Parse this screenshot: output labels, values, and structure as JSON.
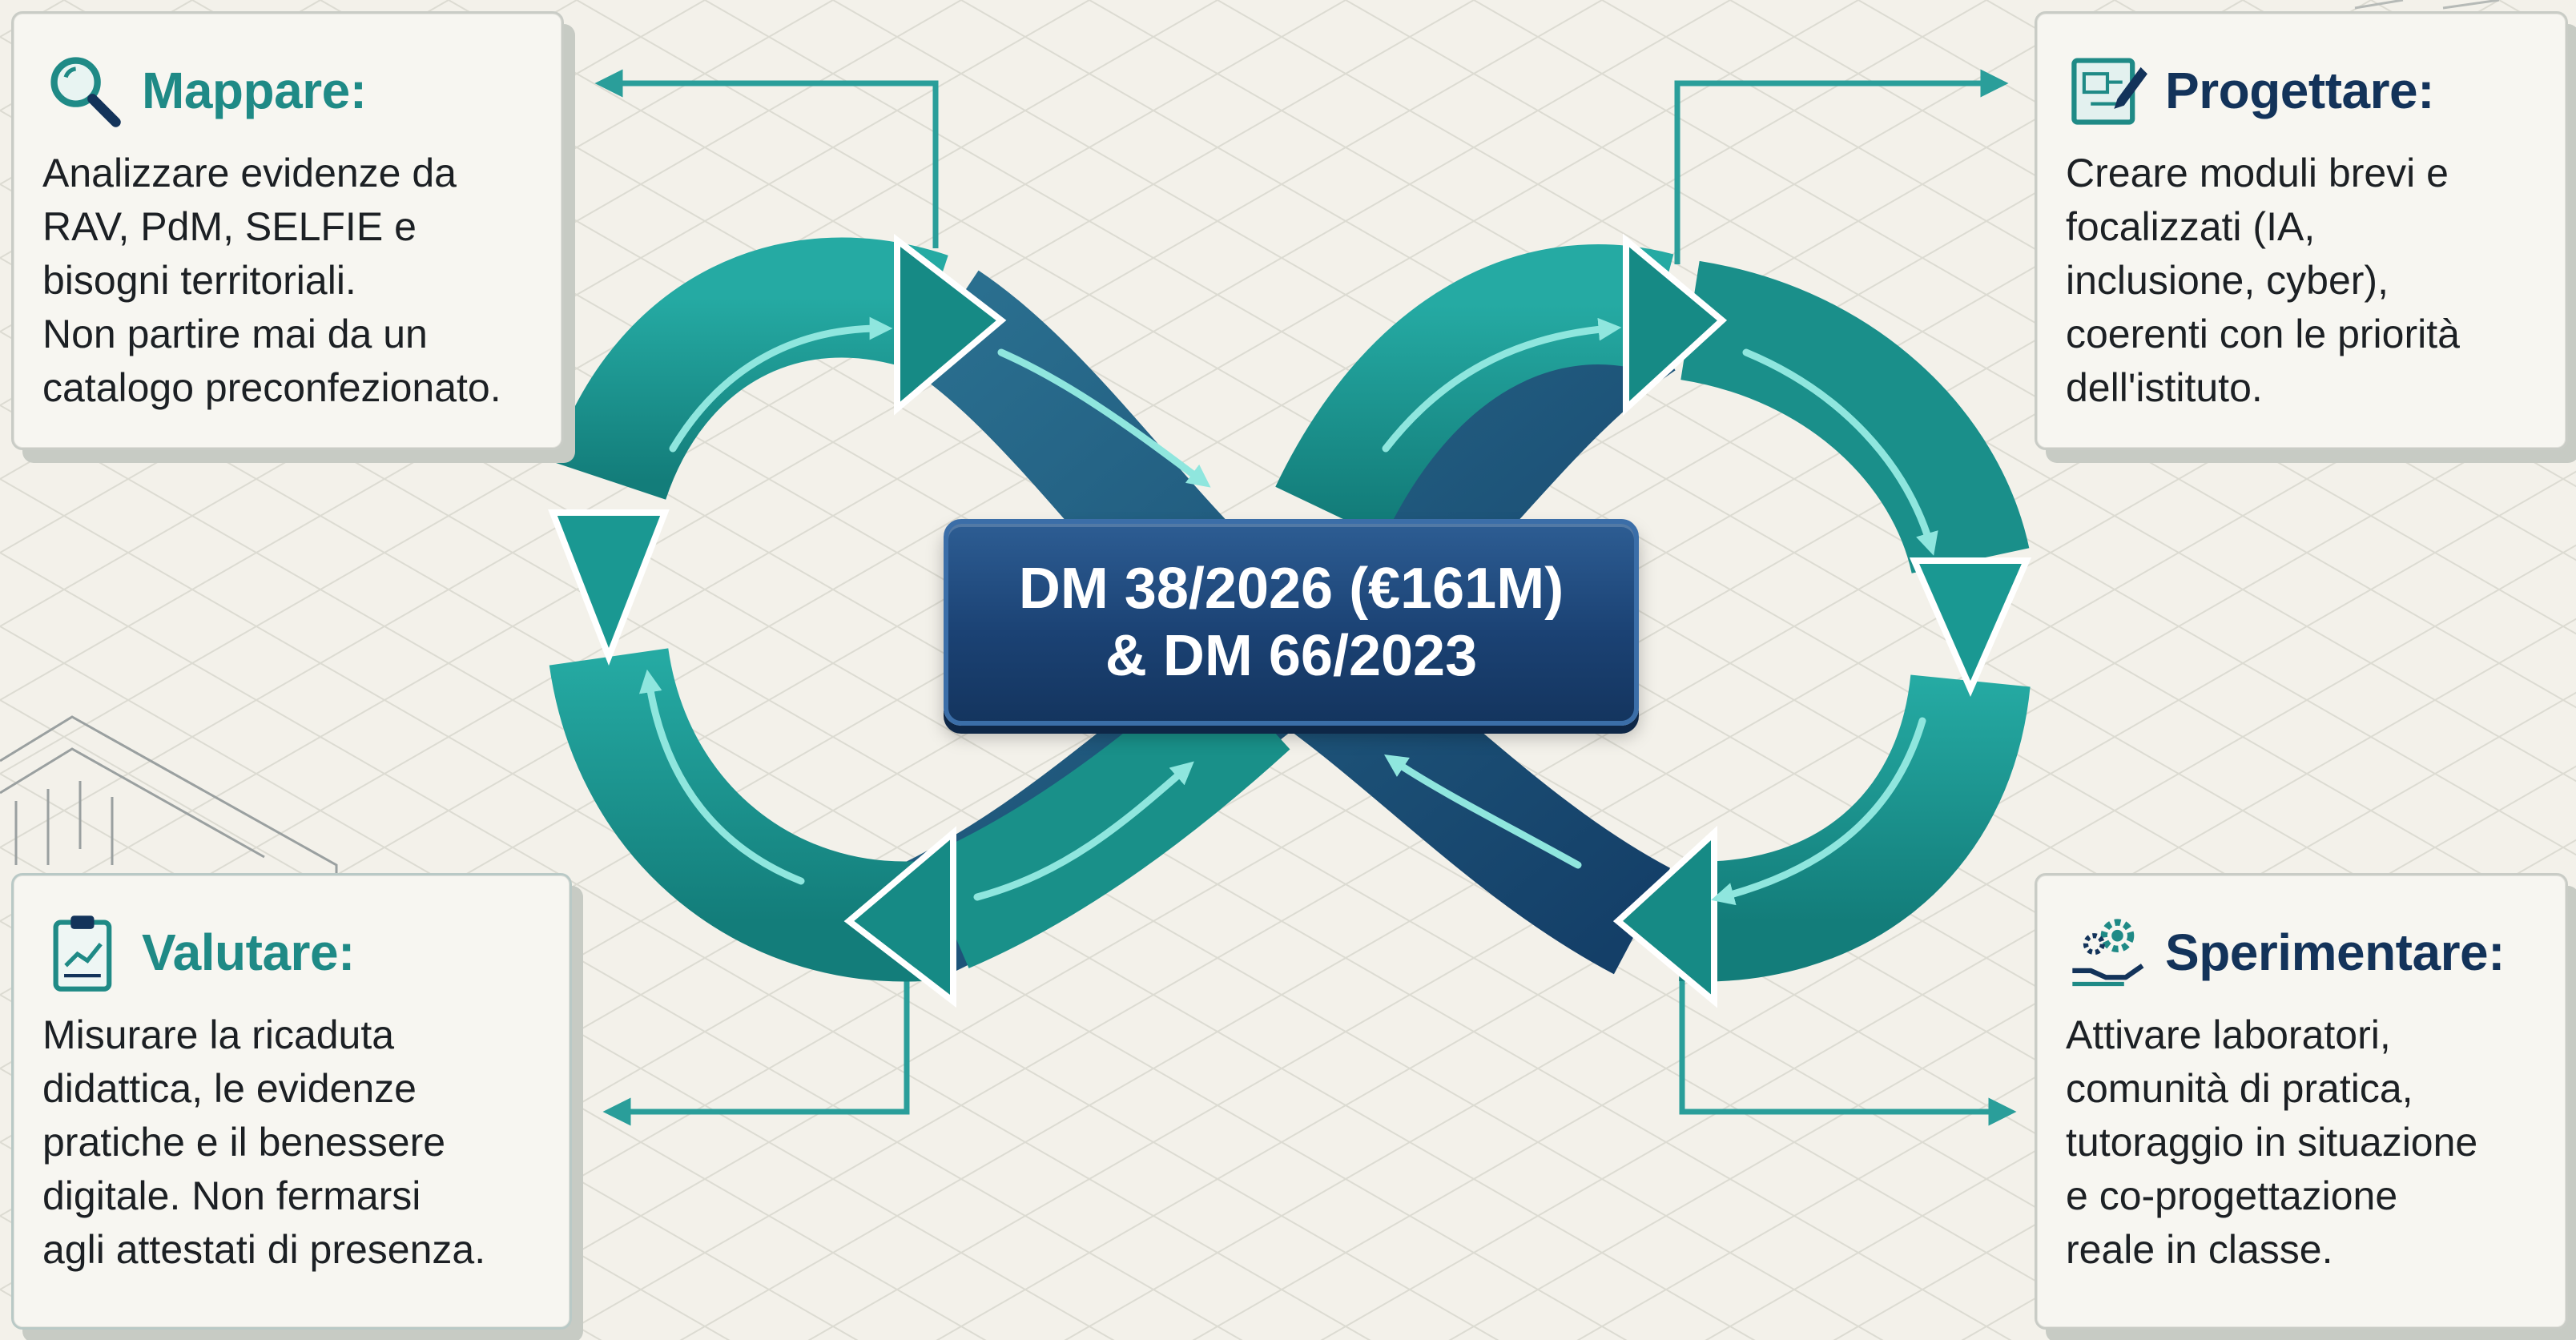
{
  "center": {
    "line1": "DM 38/2026 (€161M)",
    "line2": "& DM 66/2023"
  },
  "cards": {
    "mappare": {
      "icon": "magnifier-icon",
      "title": "Mappare:",
      "body": "Analizzare evidenze da\nRAV, PdM, SELFIE e\nbisogni territoriali.\nNon partire mai da un\ncatalogo preconfezionato."
    },
    "progettare": {
      "icon": "blueprint-pencil-icon",
      "title": "Progettare:",
      "body": "Creare moduli brevi e\nfocalizzati (IA,\ninclusione, cyber),\ncoerenti con le priorità\ndell'istituto."
    },
    "valutare": {
      "icon": "clipboard-chart-icon",
      "title": "Valutare:",
      "body": "Misurare la ricaduta\ndidattica, le evidenze\npratiche e il benessere\ndigitale. Non fermarsi\nagli attestati di presenza."
    },
    "sperimentare": {
      "icon": "gears-hand-icon",
      "title": "Sperimentare:",
      "body": "Attivare laboratori,\ncomunità di pratica,\ntutoraggio in situazione\ne co-progettazione\nreale in classe."
    }
  },
  "colors": {
    "teal": "#1f8a86",
    "teal_light": "#2fb3ad",
    "navy": "#13335a",
    "connector": "#2a9e9a",
    "background": "#f3f1ea"
  }
}
